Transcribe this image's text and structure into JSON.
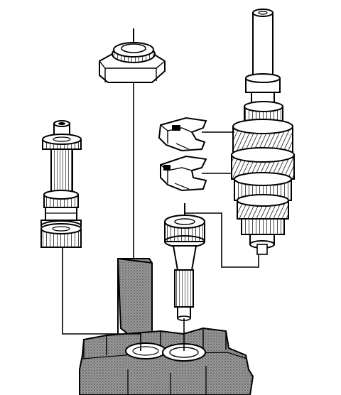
{
  "diagram": {
    "kind": "exploded gearbox assembly illustration",
    "colors": {
      "ink": "#000000",
      "paper": "#ffffff",
      "casting_fill": "#7a7a7a"
    },
    "parts": [
      {
        "id": "layshaft-gear-cluster",
        "icon": "gear-cluster-icon"
      },
      {
        "id": "gear-support-bearing",
        "icon": "bearing-icon"
      },
      {
        "id": "upper-selector-fork",
        "icon": "fork-icon"
      },
      {
        "id": "lower-selector-fork",
        "icon": "fork-icon"
      },
      {
        "id": "mainshaft-assembly",
        "icon": "shaft-icon"
      },
      {
        "id": "input-shaft-with-gear",
        "icon": "gear-icon"
      },
      {
        "id": "transmission-case",
        "icon": "housing-icon"
      }
    ]
  }
}
